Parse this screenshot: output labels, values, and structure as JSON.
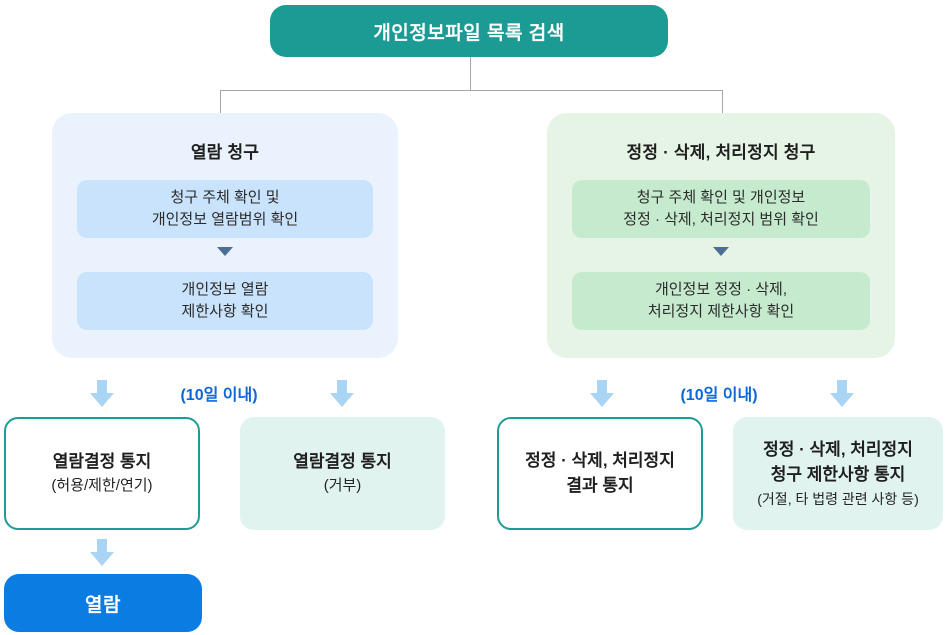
{
  "colors": {
    "teal": "#1b9b94",
    "teal_border": "#1f9c92",
    "blue_button": "#0b7ce2",
    "panel_blue_bg": "#eaf3fd",
    "step_blue_bg": "#c8e3fb",
    "panel_green_bg": "#e6f4e6",
    "step_green_bg": "#c6eacd",
    "mint_bg": "#e1f3ef",
    "arrow_blue": "#a9d4f3",
    "deadline_blue": "#0b68d9",
    "triangle_slate": "#4c6e92",
    "connector_gray": "#a6a6a6",
    "text_dark": "#1f1f1f"
  },
  "root": {
    "label": "개인정보파일 목록 검색"
  },
  "left_branch": {
    "title": "열람 청구",
    "steps": [
      [
        "청구 주체 확인 및",
        "개인정보 열람범위 확인"
      ],
      [
        "개인정보 열람",
        "제한사항 확인"
      ]
    ]
  },
  "right_branch": {
    "title": "정정 · 삭제, 처리정지 청구",
    "steps": [
      [
        "청구 주체 확인 및 개인정보",
        "정정 · 삭제, 처리정지 범위 확인"
      ],
      [
        "개인정보 정정 · 삭제,",
        "처리정지 제한사항 확인"
      ]
    ]
  },
  "deadline": {
    "left": "(10일 이내)",
    "right": "(10일 이내)"
  },
  "outcomes": [
    {
      "title_lines": [
        "열람결정 통지",
        ""
      ],
      "sub": "(허용/제한/연기)"
    },
    {
      "title_lines": [
        "열람결정 통지",
        ""
      ],
      "sub": "(거부)"
    },
    {
      "title_lines": [
        "정정 · 삭제, 처리정지",
        "결과 통지"
      ],
      "sub": ""
    },
    {
      "title_lines": [
        "정정 · 삭제, 처리정지",
        "청구 제한사항 통지"
      ],
      "sub": "(거절, 타 법령 관련 사항 등)"
    }
  ],
  "final": {
    "label": "열람"
  }
}
